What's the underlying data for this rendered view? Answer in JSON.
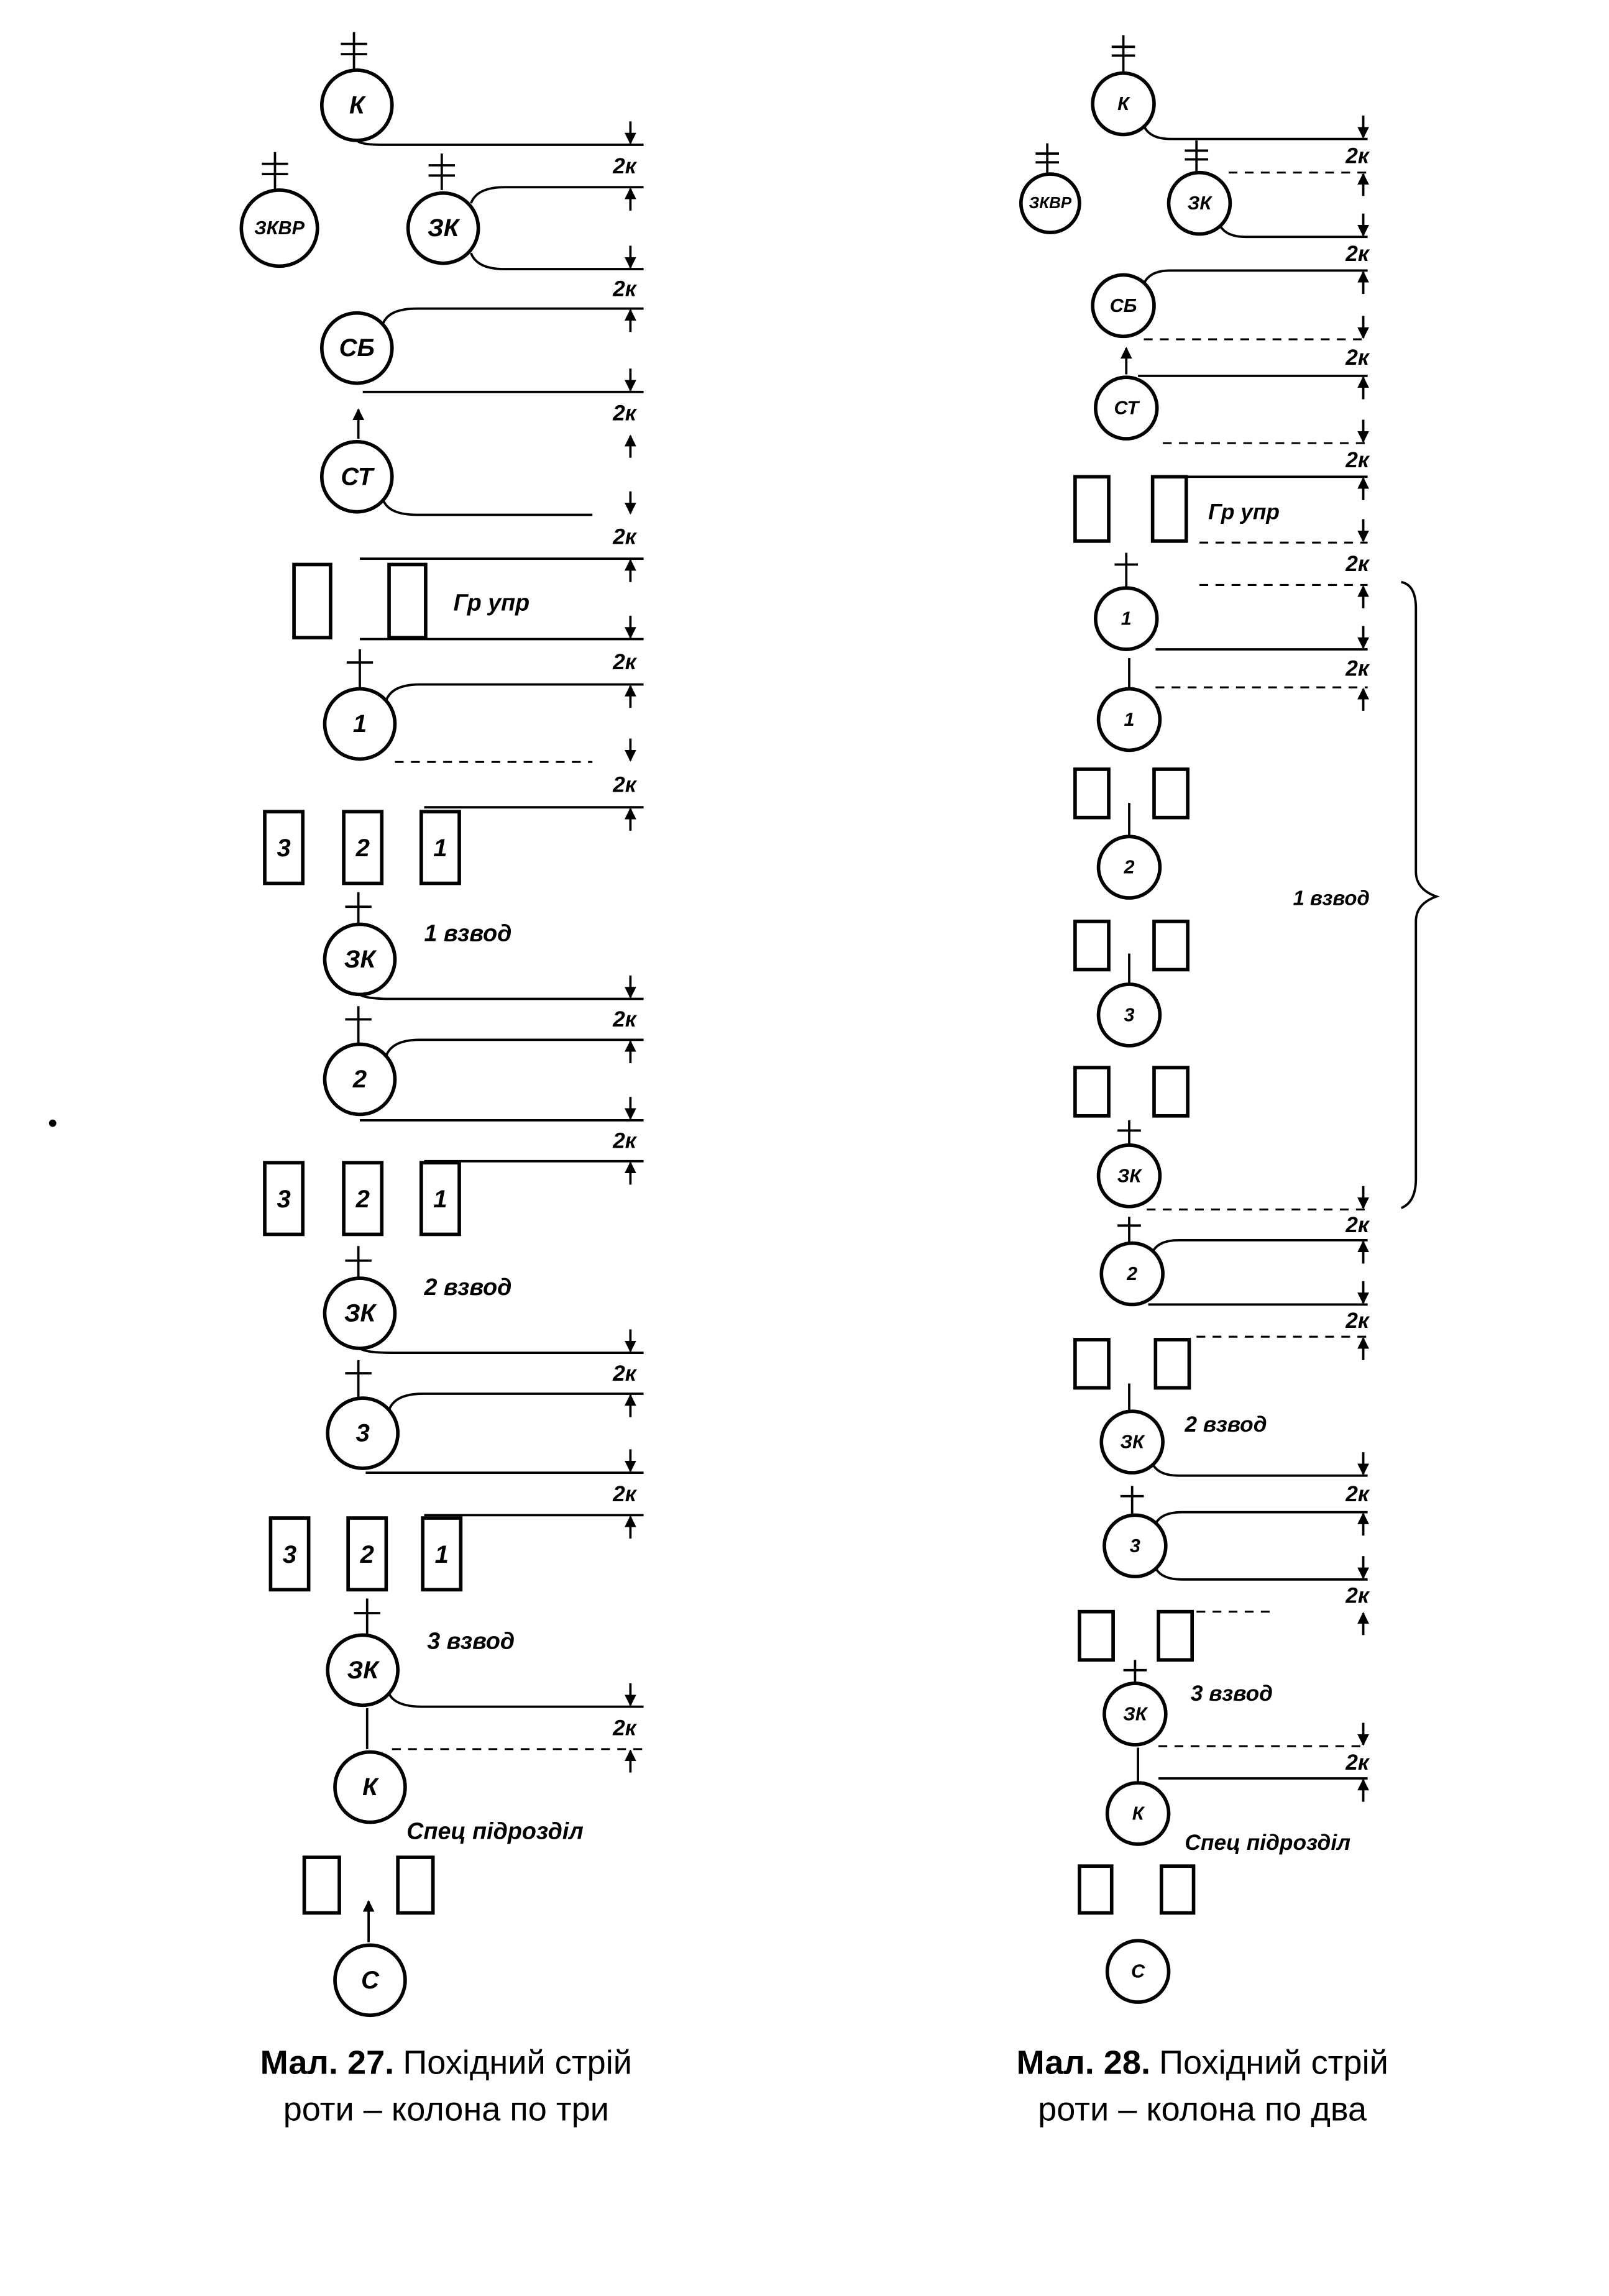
{
  "dimension_label": "2к",
  "fig27": {
    "label_k": "К",
    "label_zkvr": "ЗКВР",
    "label_zk": "ЗК",
    "label_sb": "СБ",
    "label_st": "СТ",
    "label_gr_upr": "Гр упр",
    "label_1": "1",
    "label_2": "2",
    "label_3": "3",
    "label_c": "С",
    "platoon_1": "1 взвод",
    "platoon_2": "2 взвод",
    "platoon_3": "3 взвод",
    "special": "Спец підрозділ",
    "caption_number": "Мал. 27.",
    "caption_line1": "Похідний стрій",
    "caption_line2": "роти – колона по три"
  },
  "fig28": {
    "label_k": "К",
    "label_zkvr": "ЗКВР",
    "label_zk": "ЗК",
    "label_sb": "СБ",
    "label_st": "СТ",
    "label_gr_upr": "Гр упр",
    "label_1": "1",
    "label_2": "2",
    "label_3": "3",
    "label_c": "С",
    "platoon_1": "1 взвод",
    "platoon_2": "2 взвод",
    "platoon_3": "3 взвод",
    "special": "Спец підрозділ",
    "caption_number": "Мал. 28.",
    "caption_line1": "Похідний стрій",
    "caption_line2": "роти – колона по два"
  }
}
